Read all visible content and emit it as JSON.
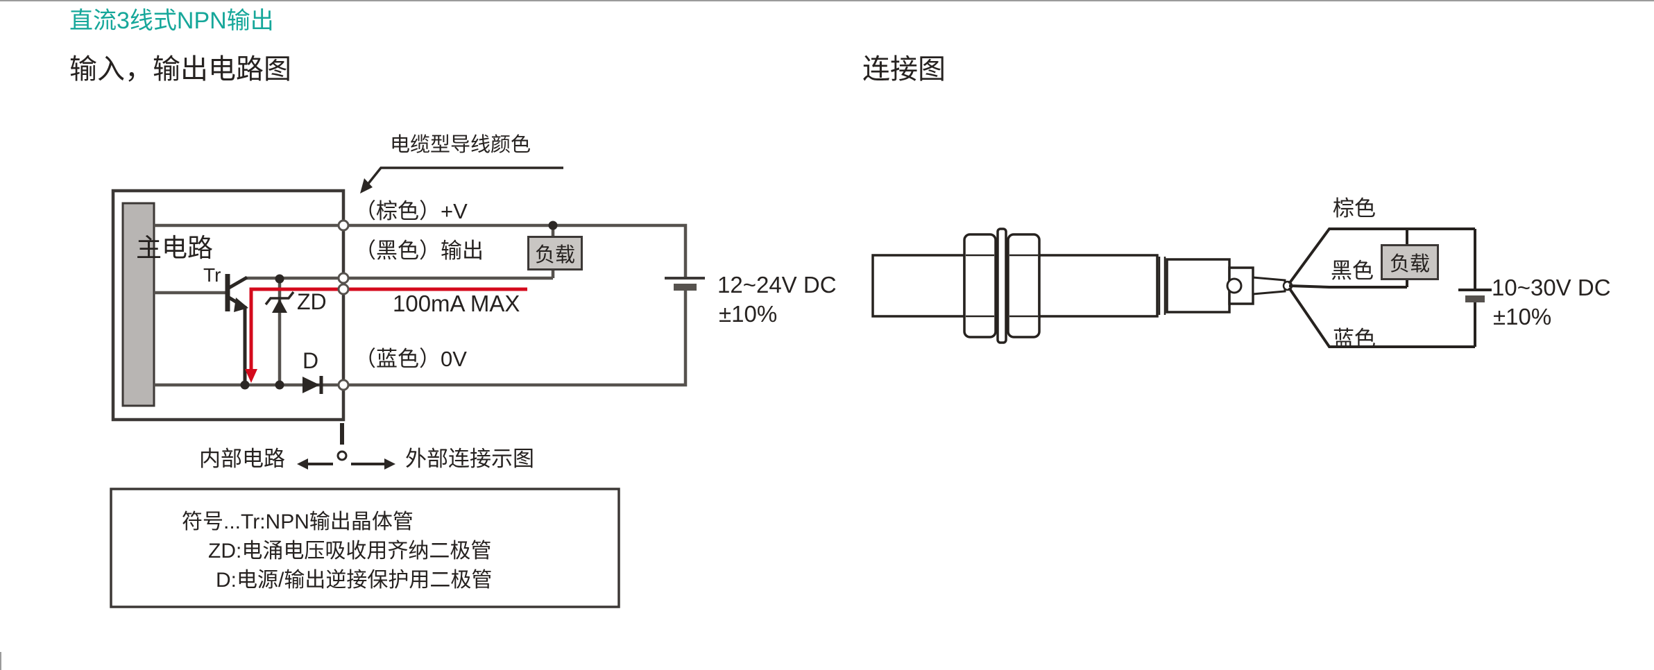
{
  "title": "直流3线式NPN输出",
  "left": {
    "heading": "输入，输出电路图",
    "cable_callout": "电缆型导线颜色",
    "main_circuit": "主电路",
    "transistor": "Tr",
    "zener": "ZD",
    "diode": "D",
    "wire_brown": "（棕色）+V",
    "wire_black": "（黑色）输出",
    "wire_blue": "（蓝色）0V",
    "load": "负载",
    "current_max": "100mA MAX",
    "supply_voltage": "12~24V DC",
    "supply_tolerance": "±10%",
    "internal_label": "内部电路",
    "external_label": "外部连接示图",
    "legend": {
      "line1": "符号...Tr:NPN输出晶体管",
      "line2": "ZD:电涌电压吸收用齐纳二极管",
      "line3": "D:电源/输出逆接保护用二极管"
    }
  },
  "right": {
    "heading": "连接图",
    "wire_brown": "棕色",
    "wire_black": "黑色",
    "wire_blue": "蓝色",
    "load": "负载",
    "supply_voltage": "10~30V DC",
    "supply_tolerance": "±10%"
  },
  "colors": {
    "accent_teal": "#16a79a",
    "wire_red": "#d40a1c",
    "wire_gray": "#56524e",
    "line_dark": "#2b2724"
  }
}
